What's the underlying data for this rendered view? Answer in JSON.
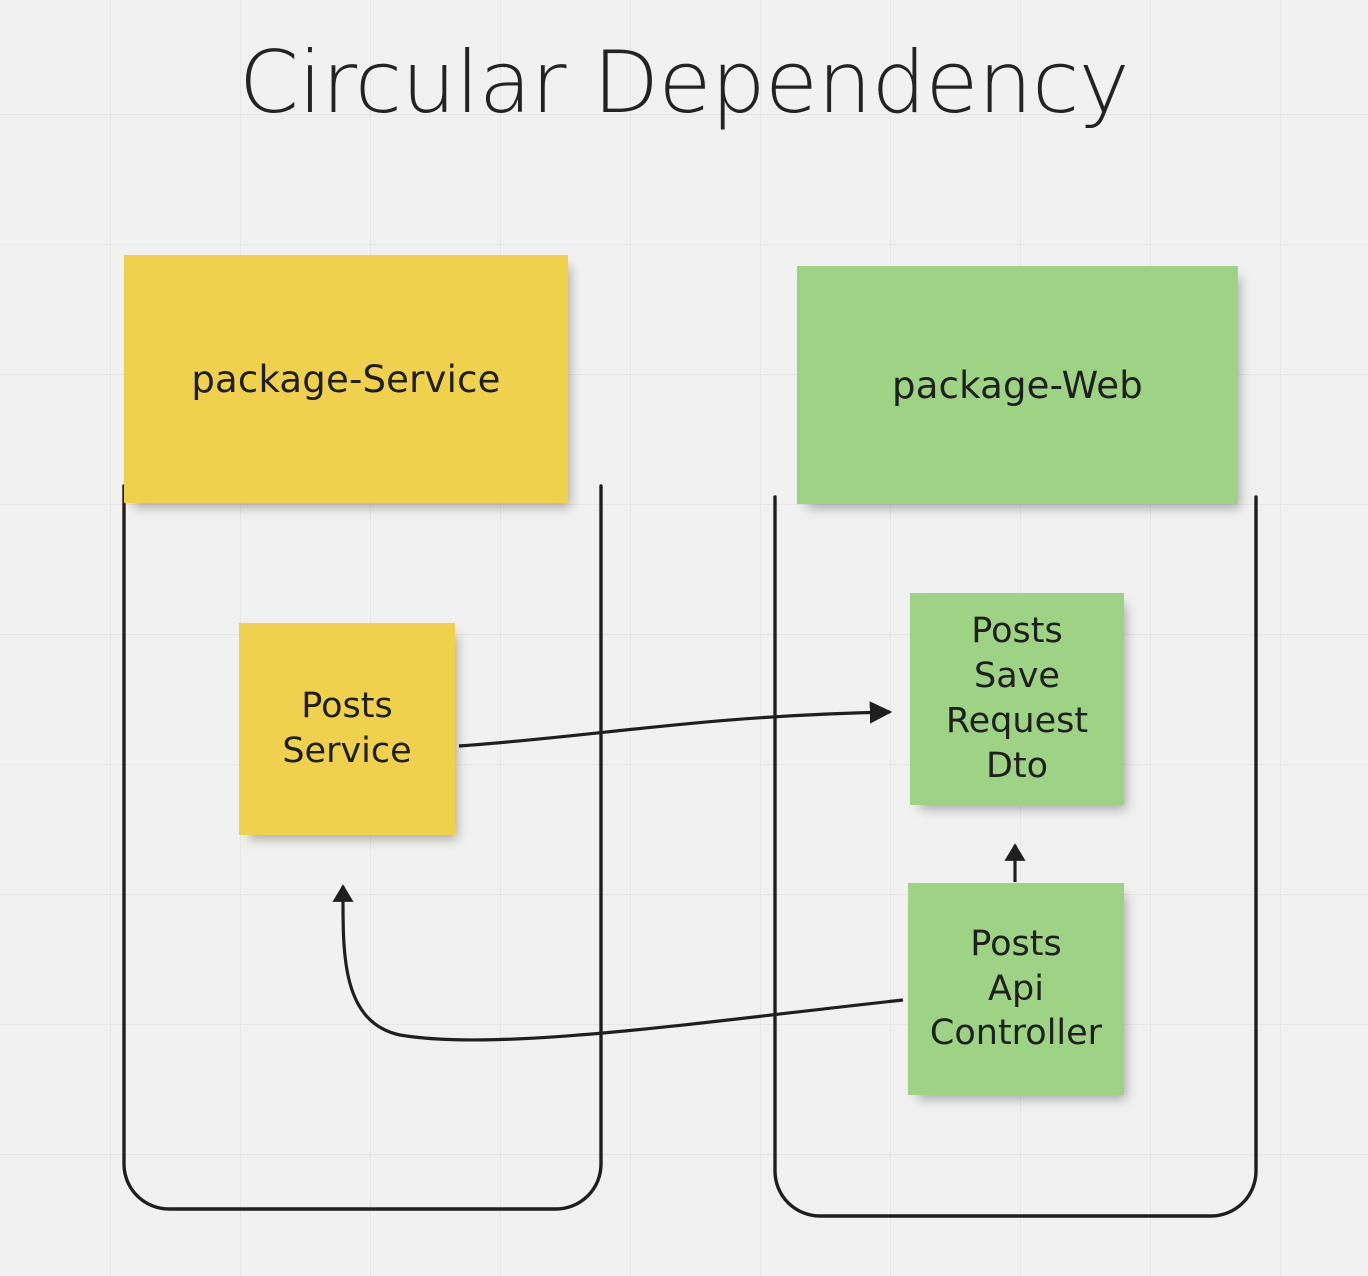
{
  "diagram": {
    "title": "Circular Dependency",
    "background_color": "#f1f1f1",
    "grid_color": "#e6e6e6",
    "stroke_color": "#1f1f1f",
    "text_color": "#1f1f1f"
  },
  "containers": [
    {
      "id": "package-service",
      "header_label": "package-Service",
      "color": "#efd14e",
      "type": "package"
    },
    {
      "id": "package-web",
      "header_label": "package-Web",
      "color": "#9ed284",
      "type": "package"
    }
  ],
  "nodes": [
    {
      "id": "posts-service",
      "label": "Posts\nService",
      "color": "#efd14e",
      "package": "package-Service"
    },
    {
      "id": "posts-save-request-dto",
      "label": "Posts\nSave\nRequest\nDto",
      "color": "#9ed284",
      "package": "package-Web"
    },
    {
      "id": "posts-api-controller",
      "label": "Posts\nApi\nController",
      "color": "#9ed284",
      "package": "package-Web"
    }
  ],
  "edges": [
    {
      "id": "edge-service-to-dto",
      "from": "posts-service",
      "to": "posts-save-request-dto",
      "arrow": "end"
    },
    {
      "id": "edge-controller-to-dto",
      "from": "posts-api-controller",
      "to": "posts-save-request-dto",
      "arrow": "end"
    },
    {
      "id": "edge-controller-to-service",
      "from": "posts-api-controller",
      "to": "posts-service",
      "arrow": "end"
    }
  ]
}
